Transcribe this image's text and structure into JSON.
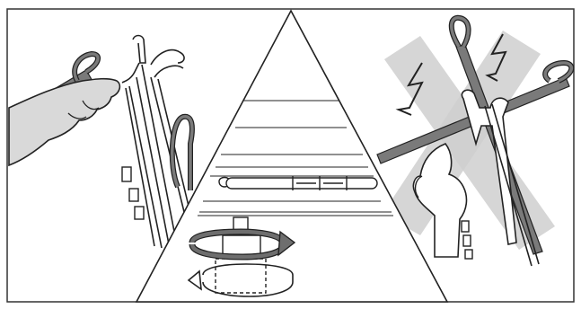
{
  "image": {
    "kind": "instruction-illustration",
    "panels": [
      {
        "id": "left",
        "depicts": "hand-hooking-spring-onto-bracket"
      },
      {
        "id": "center",
        "depicts": "triangular-inset-bar-and-rotating-knob"
      },
      {
        "id": "right",
        "depicts": "crossed-out-wrong-method"
      }
    ]
  },
  "colors": {
    "line": "#222222",
    "frame": "#333333",
    "rod_fill": "#7a7a7a",
    "knob_fill": "#6e6e6e",
    "cross_fill": "#cfcfcf",
    "background": "#ffffff"
  },
  "icons": {
    "rotate_arrow_filled": "rotate-right-arrow-icon",
    "rotate_arrow_outline": "rotate-left-arrow-icon",
    "lightning_1": "lightning-icon",
    "lightning_2": "lightning-icon"
  }
}
